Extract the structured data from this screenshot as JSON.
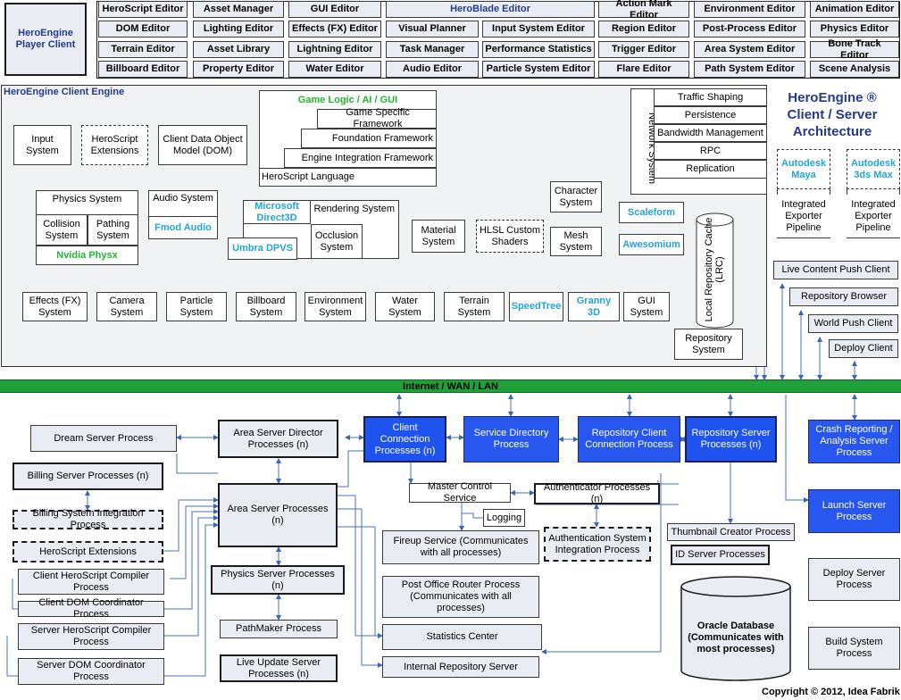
{
  "colors": {
    "accent_blue": "#1f53f0",
    "accent_green_bar": "#1fa13a",
    "label_cyan": "#22a5d8",
    "label_green": "#1fb82f",
    "title_navy": "#243a8b",
    "box_fill": "#e9edf3"
  },
  "player_client": "HeroEngine Player Client",
  "top_grid": {
    "col1": [
      "HeroScript Editor",
      "DOM Editor",
      "Terrain Editor",
      "Billboard Editor"
    ],
    "col2": [
      "Asset Manager",
      "Lighting Editor",
      "Asset Library",
      "Property Editor"
    ],
    "col3": [
      "GUI Editor",
      "Effects (FX) Editor",
      "Lightning Editor",
      "Water Editor"
    ],
    "heroblade": "HeroBlade Editor",
    "col4": [
      "Visual Planner",
      "Task Manager",
      "Audio Editor"
    ],
    "col5": [
      "Input System Editor",
      "Performance Statistics",
      "Particle System Editor"
    ],
    "col6": [
      "Action Mark Editor",
      "Region Editor",
      "Trigger Editor",
      "Flare Editor"
    ],
    "col7": [
      "Environment Editor",
      "Post-Process Editor",
      "Area System Editor",
      "Path System Editor"
    ],
    "col8": [
      "Animation Editor",
      "Physics Editor",
      "Bone Track Editor",
      "Scene Analysis"
    ]
  },
  "client_engine": {
    "title": "HeroEngine Client Engine",
    "game_logic": {
      "title": "Game Logic / AI / GUI",
      "layers": [
        "Game Specific Framework",
        "Foundation Framework",
        "Engine Integration Framework",
        "HeroScript Language"
      ]
    },
    "network_system": "Network System",
    "network_items": [
      "Traffic Shaping",
      "Persistence",
      "Bandwidth Management",
      "RPC",
      "Replication"
    ],
    "input_system": "Input System",
    "heroscript_extensions": "HeroScript Extensions",
    "client_dom": "Client Data Object Model (DOM)",
    "physics_system": "Physics System",
    "collision_system": "Collision System",
    "pathing_system": "Pathing System",
    "nvidia_physx": "Nvidia Physx",
    "audio_system": "Audio System",
    "fmod_audio": "Fmod Audio",
    "ms_direct3d": "Microsoft Direct3D",
    "rendering_system": "Rendering System",
    "occlusion_system": "Occlusion System",
    "umbra_dpvs": "Umbra DPVS",
    "material_system": "Material System",
    "hlsl_shaders": "HLSL Custom Shaders",
    "character_system": "Character System",
    "mesh_system": "Mesh System",
    "scaleform": "Scaleform",
    "awesomium": "Awesomium",
    "lrc": "Local Repository Cache (LRC)",
    "subsystems": [
      "Effects (FX) System",
      "Camera System",
      "Particle System",
      "Billboard System",
      "Environment System",
      "Water System",
      "Terrain System"
    ],
    "speedtree": "SpeedTree",
    "granny3d": "Granny 3D",
    "gui_system": "GUI System",
    "repository_system": "Repository System"
  },
  "architecture_title": [
    "HeroEngine ®",
    "Client / Server",
    "Architecture"
  ],
  "autodesk": [
    {
      "product": "Autodesk Maya",
      "pipeline": "Integrated Exporter Pipeline"
    },
    {
      "product": "Autodesk 3ds Max",
      "pipeline": "Integrated Exporter Pipeline"
    }
  ],
  "right_clients": [
    "Live Content Push Client",
    "Repository Browser",
    "World Push Client",
    "Deploy Client"
  ],
  "internet_bar": "Internet / WAN / LAN",
  "server": {
    "dream_server": "Dream Server Process",
    "area_director": "Area Server Director Processes (n)",
    "billing_server": "Billing Server Processes (n)",
    "billing_integration": "Billing System Integration Process",
    "heroscript_ext": "HeroScript Extensions",
    "area_server": "Area Server Processes (n)",
    "client_compiler": "Client HeroScript Compiler Process",
    "client_dom_coord": "Client DOM Coordinator Process",
    "server_compiler": "Server HeroScript Compiler Process",
    "server_dom_coord": "Server DOM Coordinator Process",
    "physics_server": "Physics Server Processes (n)",
    "pathmaker": "PathMaker Process",
    "live_update": "Live Update Server Processes (n)",
    "client_connection": "Client Connection Processes (n)",
    "service_directory": "Service Directory Process",
    "repo_client_conn": "Repository Client Connection Process",
    "repo_server": "Repository Server Processes (n)",
    "crash_reporting": "Crash Reporting / Analysis Server Process",
    "master_control": "Master Control Service",
    "authenticator": "Authenticator Processes (n)",
    "logging": "Logging",
    "fireup": "Fireup Service (Communicates with all processes)",
    "auth_integration": "Authentication System Integration Process",
    "post_office": "Post Office Router Process (Communicates with all processes)",
    "statistics": "Statistics Center",
    "internal_repo": "Internal Repository Server",
    "thumbnail": "Thumbnail Creator Process",
    "id_server": "ID Server Processes",
    "oracle_db": "Oracle Database (Communicates with most processes)",
    "launch_server": "Launch Server Process",
    "deploy_server": "Deploy Server Process",
    "build_system": "Build System Process"
  },
  "copyright": "Copyright © 2012, Idea Fabrik"
}
